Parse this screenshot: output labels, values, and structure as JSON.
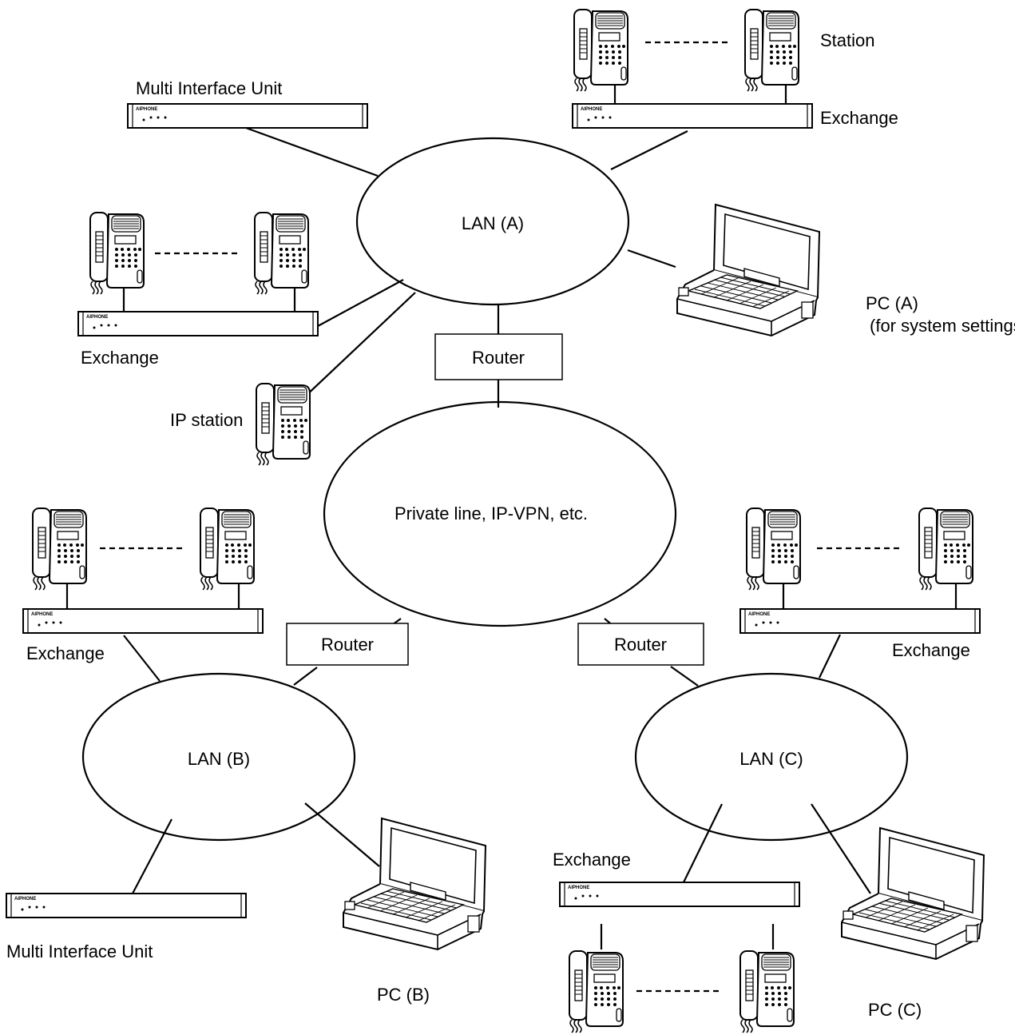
{
  "diagram": {
    "networks": {
      "lan_a": "LAN (A)",
      "lan_b": "LAN (B)",
      "lan_c": "LAN (C)",
      "wan": "Private line, IP-VPN, etc."
    },
    "routers": {
      "router_a": "Router",
      "router_b": "Router",
      "router_c": "Router"
    },
    "labels": {
      "station": "Station",
      "exchange_top_right": "Exchange",
      "exchange_mid_left": "Exchange",
      "exchange_lan_b": "Exchange",
      "exchange_lan_c_upper": "Exchange",
      "exchange_lan_c_lower": "Exchange",
      "miu_top": "Multi Interface Unit",
      "miu_bottom": "Multi Interface Unit",
      "ip_station": "IP station",
      "pc_a": "PC (A)",
      "pc_a_note": "(for system settings)",
      "pc_b": "PC (B)",
      "pc_c": "PC (C)"
    },
    "unit_brand": "AIPHONE",
    "icons": {
      "station": "station-icon",
      "unit": "exchange-unit-icon",
      "laptop": "laptop-icon"
    }
  }
}
